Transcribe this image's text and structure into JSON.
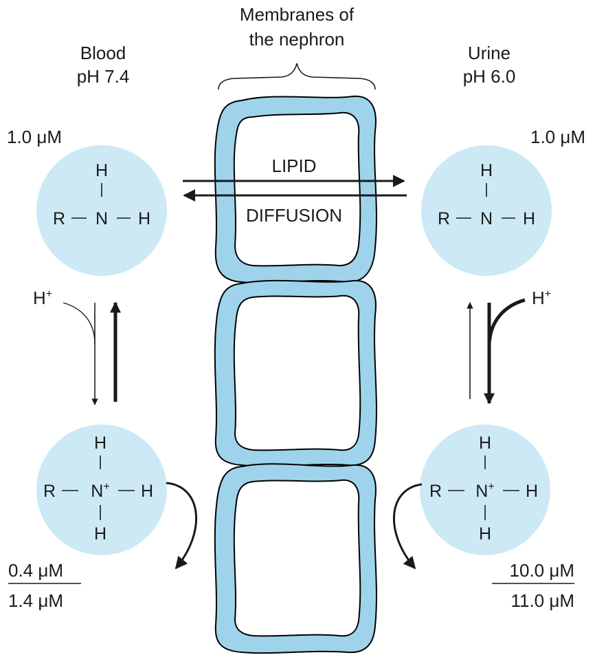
{
  "header": {
    "membranes_line1": "Membranes of",
    "membranes_line2": "the nephron",
    "blood_line1": "Blood",
    "blood_line2": "pH 7.4",
    "urine_line1": "Urine",
    "urine_line2": "pH 6.0"
  },
  "diffusion": {
    "line1": "LIPID",
    "line2": "DIFFUSION"
  },
  "blood": {
    "neutral_conc": "1.0 μM",
    "ionized_conc": "0.4 μM",
    "total_conc": "1.4 μM"
  },
  "urine": {
    "neutral_conc": "1.0 μM",
    "ionized_conc": "10.0 μM",
    "total_conc": "11.0 μM"
  },
  "molecule": {
    "r": "R",
    "n": "N",
    "h": "H",
    "plus": "+"
  },
  "proton": {
    "h": "H",
    "plus": "+"
  },
  "colors": {
    "membrane": "#9fd3ec",
    "membrane_outline": "#000000",
    "molecule_circle": "#cde9f6",
    "ink": "#1a1a1a"
  }
}
